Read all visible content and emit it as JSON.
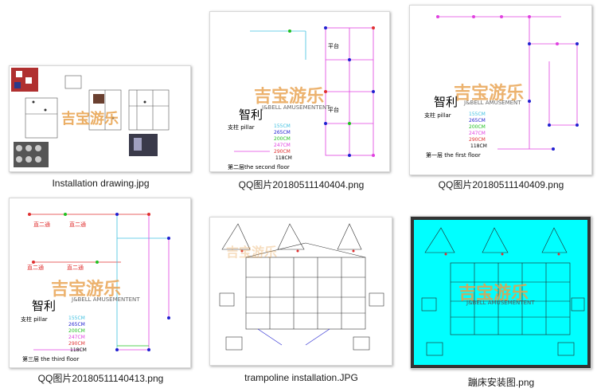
{
  "files": [
    {
      "name": "Installation drawing.jpg",
      "type": "image"
    },
    {
      "name": "QQ图片20180511140404.png",
      "type": "image"
    },
    {
      "name": "QQ图片20180511140409.png",
      "type": "image"
    },
    {
      "name": "QQ图片20180511140413.png",
      "type": "image"
    },
    {
      "name": "trampoline installation.JPG",
      "type": "image"
    },
    {
      "name": "蹦床安装图.png",
      "type": "image"
    }
  ],
  "watermark": {
    "cn": "吉宝游乐",
    "en": "J&BELL AMUSEMENTENT",
    "en2": "J&BELL AMUSEMENT"
  },
  "drawing_text": {
    "brand": "智利",
    "pillar": "支柱 pillar",
    "legend": [
      "155CM",
      "265CM",
      "200CM",
      "247CM",
      "290CM",
      "118CM"
    ],
    "floor2": "第二层the second floor",
    "floor1": "第一层  the first floor",
    "floor3": "第三层 the third floor",
    "platform": "平台",
    "slide": "直二通"
  },
  "colors": {
    "accent_orange": "#e8a04a",
    "teal_bg": "#00ffff",
    "magenta": "#e040e0",
    "blue": "#2020d0"
  }
}
